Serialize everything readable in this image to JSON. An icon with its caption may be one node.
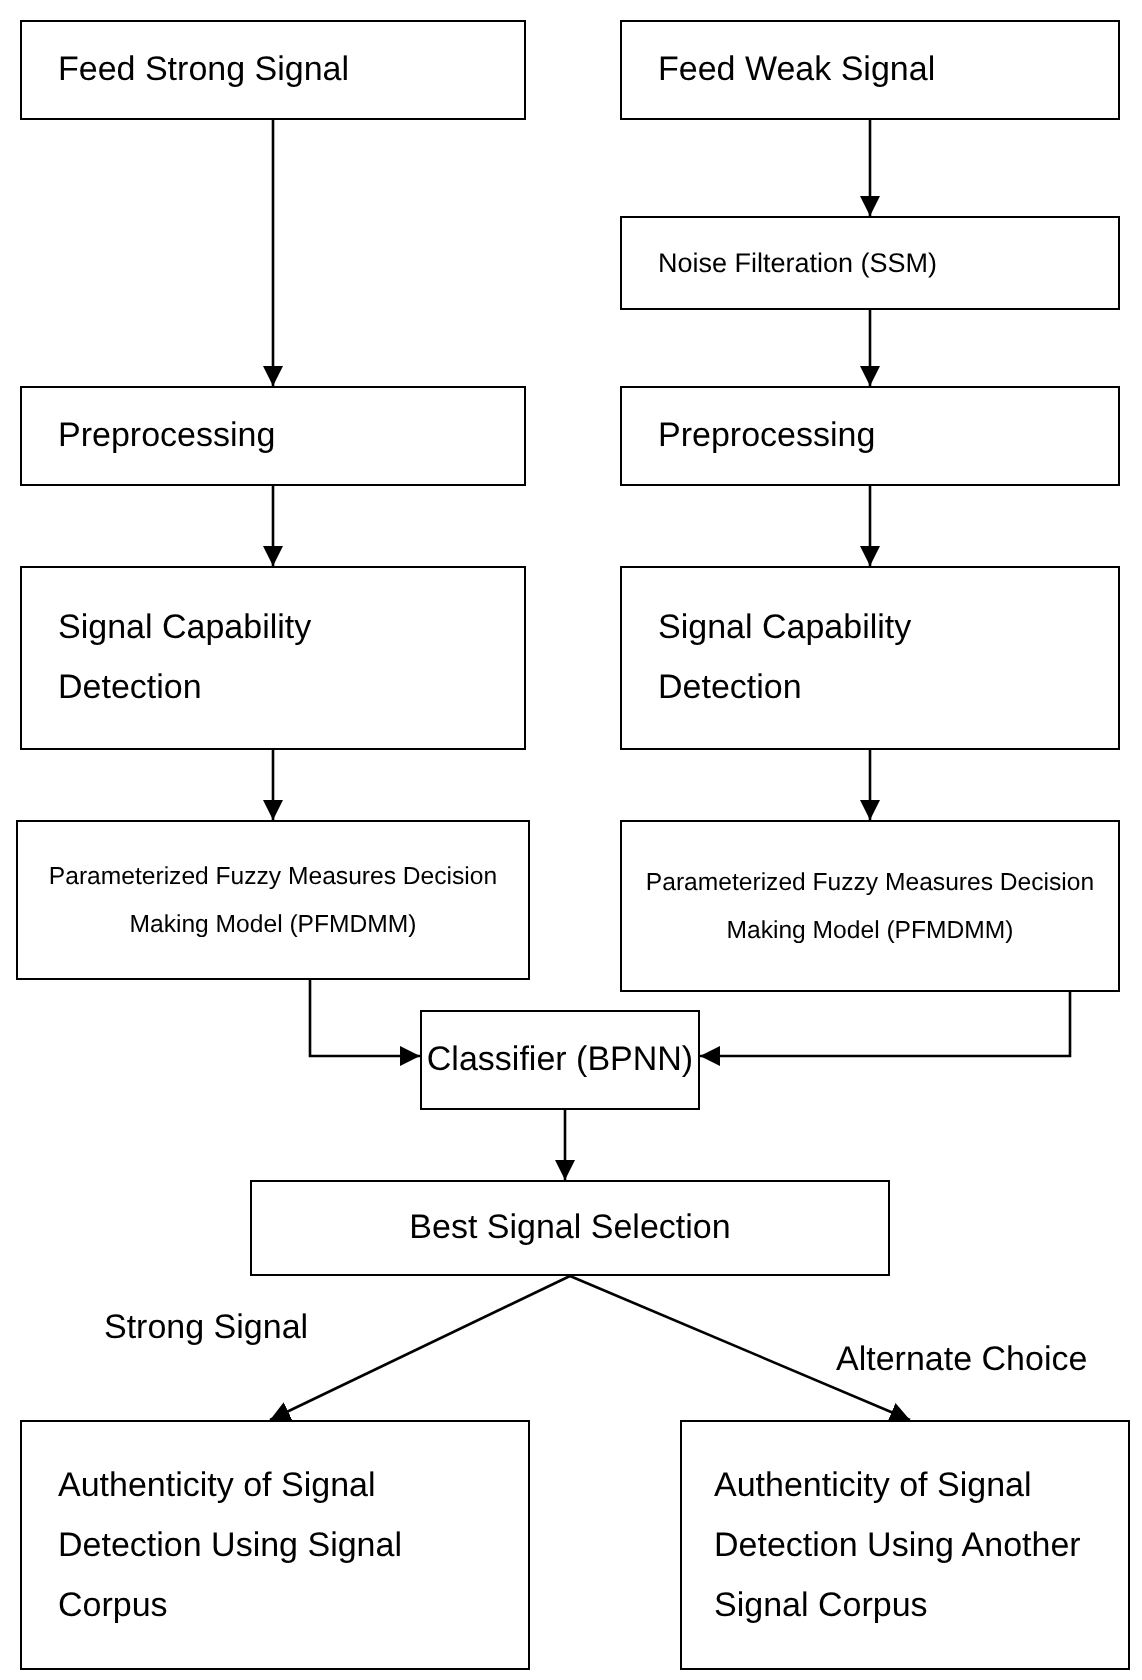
{
  "diagram": {
    "nodes": [
      {
        "text": [
          "Feed Strong Signal"
        ]
      },
      {
        "text": [
          "Feed Weak Signal"
        ]
      },
      {
        "text": [
          "Noise Filteration (SSM)"
        ]
      },
      {
        "text": [
          "Preprocessing"
        ]
      },
      {
        "text": [
          "Preprocessing"
        ]
      },
      {
        "text": [
          "Signal Capability Detection"
        ]
      },
      {
        "text": [
          "Signal Capability Detection"
        ]
      },
      {
        "text": [
          "Parameterized Fuzzy Measures Decision Making Model (PFMDMM)"
        ]
      },
      {
        "text": [
          "Parameterized Fuzzy Measures Decision Making Model (PFMDMM)"
        ]
      },
      {
        "text": [
          "Classifier (BPNN)"
        ]
      },
      {
        "text": [
          "Best Signal Selection"
        ]
      },
      {
        "text": [
          "Authenticity of Signal Detection Using Signal Corpus"
        ]
      },
      {
        "text": [
          "Authenticity of Signal Detection Using Another Signal Corpus"
        ]
      }
    ],
    "edges": [
      {
        "from": 0,
        "to": 3,
        "arrow": "to"
      },
      {
        "from": 1,
        "to": 2,
        "arrow": "to"
      },
      {
        "from": 2,
        "to": 4,
        "arrow": "to"
      },
      {
        "from": 3,
        "to": 5,
        "arrow": "to"
      },
      {
        "from": 4,
        "to": 6,
        "arrow": "to"
      },
      {
        "from": 5,
        "to": 7,
        "arrow": "to"
      },
      {
        "from": 6,
        "to": 8,
        "arrow": "to"
      },
      {
        "from": 7,
        "to": 9,
        "arrow": "to"
      },
      {
        "from": 8,
        "to": 9,
        "arrow": "to"
      },
      {
        "from": 9,
        "to": 10,
        "arrow": "to"
      },
      {
        "from": 10,
        "to": 11,
        "label": "Strong Signal",
        "arrow": "to"
      },
      {
        "from": 10,
        "to": 12,
        "label": "Alternate Choice",
        "arrow": "to"
      }
    ]
  }
}
